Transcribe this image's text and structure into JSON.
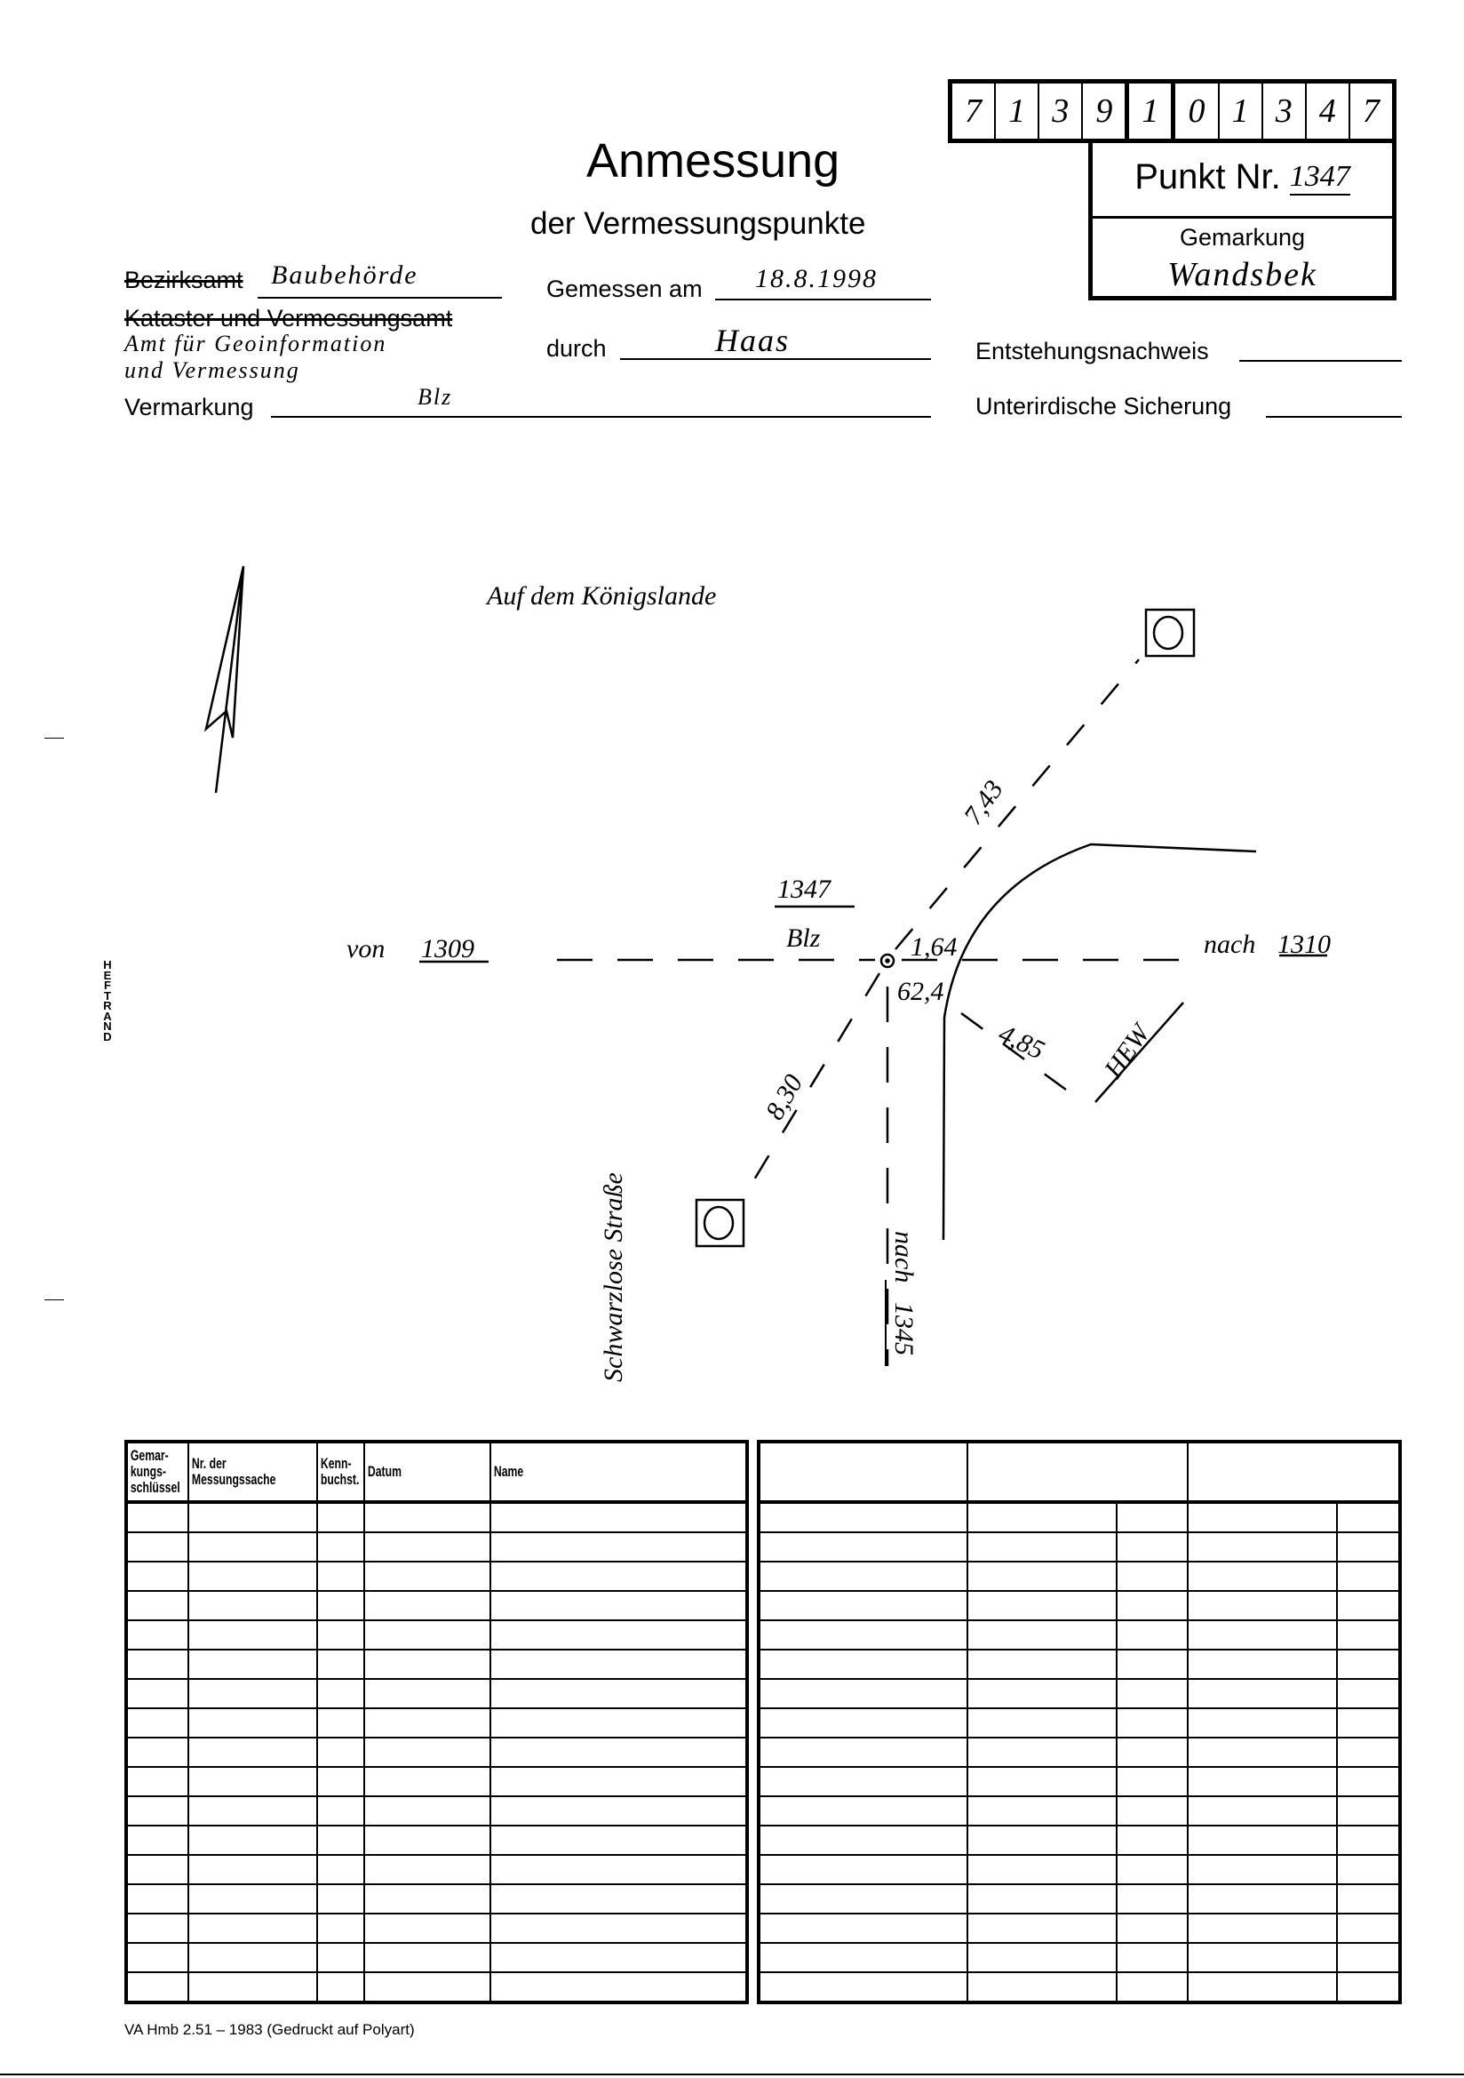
{
  "header": {
    "title": "Anmessung",
    "subtitle": "der Vermessungspunkte"
  },
  "id_digits": [
    "7",
    "1",
    "3",
    "9",
    "1",
    "0",
    "1",
    "3",
    "4",
    "7"
  ],
  "punkt": {
    "label": "Punkt Nr.",
    "number": "1347",
    "gemarkung_label": "Gemarkung",
    "gemarkung_value": "Wandsbek"
  },
  "form": {
    "bezirksamt_label": "Bezirksamt",
    "bezirksamt_value": "Baubehörde",
    "kataster_label": "Kataster und Vermessungsamt",
    "amt_line1": "Amt für Geoinformation",
    "amt_line2": "und Vermessung",
    "vermarkung_label": "Vermarkung",
    "vermarkung_value": "Blz",
    "gemessen_label": "Gemessen am",
    "gemessen_value": "18.8.1998",
    "durch_label": "durch",
    "durch_value": "Haas",
    "entstehung_label": "Entstehungsnachweis",
    "sicherung_label": "Unterirdische Sicherung"
  },
  "margin": {
    "heftrand": "HEFTRAND"
  },
  "sketch": {
    "street_top": "Auf dem Königslande",
    "street_left": "Schwarzlose Straße",
    "point_number": "1347",
    "point_mark": "Blz",
    "from_label": "von",
    "from_point": "1309",
    "to_right_label": "nach",
    "to_right_point": "1310",
    "to_down_label": "nach",
    "to_down_point": "1345",
    "dist_ne": "7,43",
    "dist_sw": "8,30",
    "dist_se": "4,85",
    "dist_e": "1,64",
    "dist_angle": "62,4",
    "hew": "HEW"
  },
  "table_left": {
    "headers": [
      "Gemar-\nkungs-\nschlüssel",
      "Nr. der\nMessungssache",
      "Kenn-\nbuchst.",
      "Datum",
      "Name"
    ],
    "rows": 17
  },
  "table_right": {
    "rows": 17
  },
  "footer": "VA Hmb 2.51 – 1983 (Gedruckt auf Polyart)"
}
